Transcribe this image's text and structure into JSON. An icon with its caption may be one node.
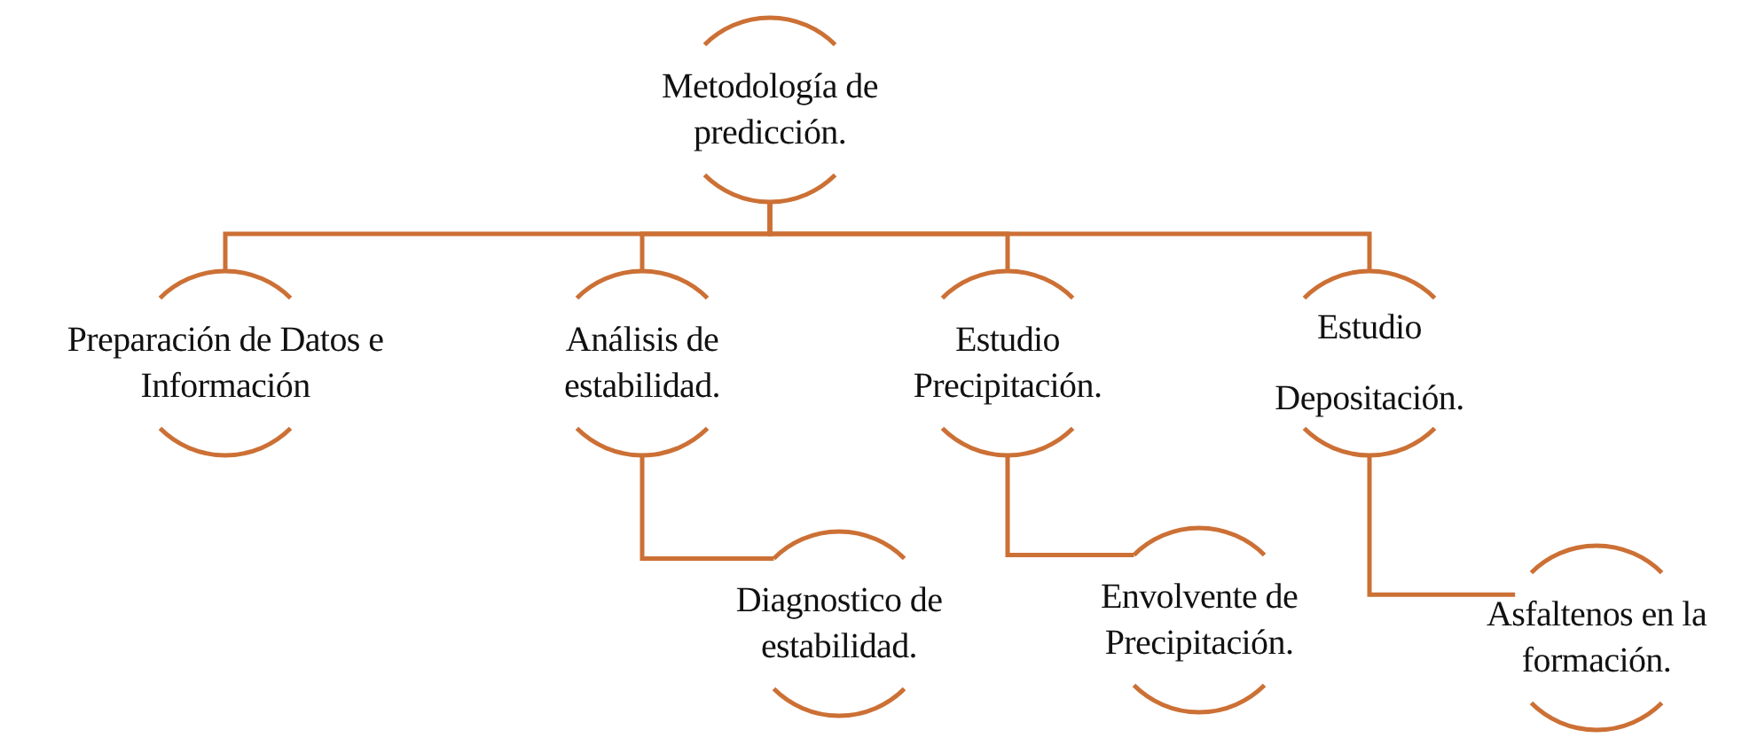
{
  "diagram": {
    "nodes": [
      {
        "text": [
          "Metodología de predicción."
        ]
      },
      {
        "text": [
          "Preparación de Datos e Información"
        ]
      },
      {
        "text": [
          "Análisis de estabilidad."
        ]
      },
      {
        "text": [
          "Estudio Precipitación."
        ]
      },
      {
        "text": [
          "Estudio Depositación."
        ]
      },
      {
        "text": [
          "Diagnostico de estabilidad."
        ]
      },
      {
        "text": [
          "Envolvente de Precipitación."
        ]
      },
      {
        "text": [
          "Asfaltenos en la formación."
        ]
      }
    ],
    "edges": [
      {
        "from": 0,
        "to": 1,
        "arrow": "none"
      },
      {
        "from": 0,
        "to": 2,
        "arrow": "none"
      },
      {
        "from": 0,
        "to": 3,
        "arrow": "none"
      },
      {
        "from": 0,
        "to": 4,
        "arrow": "none"
      },
      {
        "from": 2,
        "to": 5,
        "arrow": "none"
      },
      {
        "from": 3,
        "to": 6,
        "arrow": "none"
      },
      {
        "from": 4,
        "to": 7,
        "arrow": "none"
      }
    ]
  }
}
